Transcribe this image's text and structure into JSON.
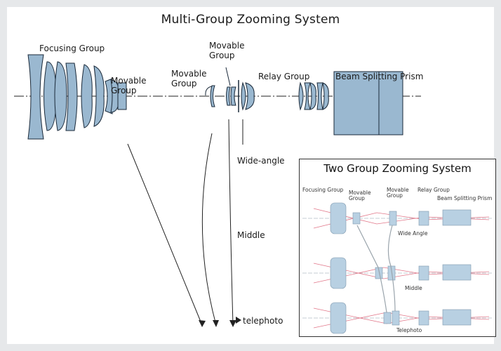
{
  "title": "Multi-Group Zooming System",
  "labels": {
    "focusing_group": "Focusing Group",
    "movable_group_1": [
      "Movable",
      "Group"
    ],
    "movable_group_2": [
      "Movable",
      "Group"
    ],
    "movable_group_3": [
      "Movable",
      "Group"
    ],
    "relay_group": "Relay Group",
    "beam_splitting_prism": "Beam Splitting Prism",
    "positions": [
      "Wide-angle",
      "Middle",
      "telephoto"
    ]
  },
  "inset": {
    "title": "Two Group Zooming System",
    "labels": {
      "focusing_group": "Focusing Group",
      "movable_group_1": [
        "Movable",
        "Group"
      ],
      "movable_group_2": [
        "Movable",
        "Group"
      ],
      "relay_group": "Relay Group",
      "beam_splitting_prism": "Beam Splitting Prism",
      "positions": [
        "Wide Angle",
        "Middle",
        "Telephoto"
      ]
    }
  },
  "colors": {
    "lens_fill": "#9ab8d0",
    "lens_stroke": "#1b2a3a",
    "axis": "#222222",
    "ray": "#e2788a",
    "inset_lens": "#b8d0e2"
  }
}
